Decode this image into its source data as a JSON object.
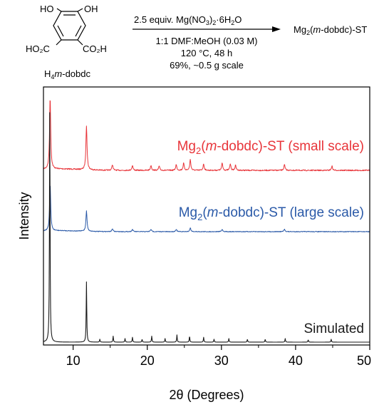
{
  "scheme": {
    "reactant_groups": {
      "oh_left": "HO",
      "oh_right": "OH",
      "acid_left": "HO₂C",
      "acid_right": "CO₂H"
    },
    "reactant_label": {
      "prefix": "H",
      "sub": "4",
      "italic": "m",
      "suffix": "-dobdc"
    },
    "reagent": {
      "text": "2.5 equiv. Mg(NO",
      "sub1": "3",
      "mid": ")",
      "sub2": "2",
      "tail": "·6H",
      "sub3": "2",
      "end": "O"
    },
    "conditions": [
      "1:1 DMF:MeOH (0.03 M)",
      "120 °C, 48 h",
      "69%, ~0.5 g scale"
    ],
    "product": {
      "prefix": "Mg",
      "sub": "2",
      "open": "(",
      "italic": "m",
      "suffix": "-dobdc)-ST"
    }
  },
  "chart_data": {
    "type": "line",
    "xlabel": "2θ (Degrees)",
    "ylabel": "Intensity",
    "xlim": [
      6,
      50
    ],
    "xticks": [
      10,
      20,
      30,
      40,
      50
    ],
    "grid": false,
    "series": [
      {
        "name": "Mg₂(m-dobdc)-ST (small scale)",
        "label_parts": {
          "prefix": "Mg",
          "sub": "2",
          "open": "(",
          "italic": "m",
          "suffix": "-dobdc)-ST (small scale)"
        },
        "color": "#e8353a",
        "peaks": [
          [
            6.9,
            1.0
          ],
          [
            11.8,
            0.62
          ],
          [
            15.3,
            0.08
          ],
          [
            18.0,
            0.07
          ],
          [
            20.5,
            0.07
          ],
          [
            21.6,
            0.06
          ],
          [
            23.9,
            0.08
          ],
          [
            24.9,
            0.1
          ],
          [
            25.8,
            0.15
          ],
          [
            27.6,
            0.09
          ],
          [
            30.1,
            0.1
          ],
          [
            31.2,
            0.09
          ],
          [
            31.9,
            0.07
          ],
          [
            38.5,
            0.08
          ],
          [
            44.9,
            0.06
          ]
        ]
      },
      {
        "name": "Mg₂(m-dobdc)-ST (large scale)",
        "label_parts": {
          "prefix": "Mg",
          "sub": "2",
          "open": "(",
          "italic": "m",
          "suffix": "-dobdc)-ST (large scale)"
        },
        "color": "#2b5aa8",
        "peaks": [
          [
            6.9,
            1.0
          ],
          [
            11.8,
            0.43
          ],
          [
            15.3,
            0.06
          ],
          [
            18.0,
            0.05
          ],
          [
            20.5,
            0.05
          ],
          [
            23.9,
            0.05
          ],
          [
            25.8,
            0.08
          ],
          [
            30.1,
            0.05
          ],
          [
            38.5,
            0.05
          ]
        ]
      },
      {
        "name": "Simulated",
        "label_parts": {
          "prefix": "Simulated",
          "sub": "",
          "open": "",
          "italic": "",
          "suffix": ""
        },
        "color": "#1a1a1a",
        "peaks": [
          [
            6.85,
            1.0
          ],
          [
            11.8,
            0.25
          ],
          [
            13.6,
            0.012
          ],
          [
            15.4,
            0.025
          ],
          [
            17.0,
            0.015
          ],
          [
            18.0,
            0.02
          ],
          [
            19.3,
            0.012
          ],
          [
            20.6,
            0.025
          ],
          [
            22.4,
            0.015
          ],
          [
            24.0,
            0.03
          ],
          [
            25.7,
            0.025
          ],
          [
            27.6,
            0.02
          ],
          [
            29.0,
            0.012
          ],
          [
            31.0,
            0.015
          ],
          [
            33.5,
            0.012
          ],
          [
            35.9,
            0.012
          ],
          [
            38.6,
            0.015
          ],
          [
            41.7,
            0.01
          ],
          [
            44.8,
            0.012
          ]
        ]
      }
    ]
  }
}
